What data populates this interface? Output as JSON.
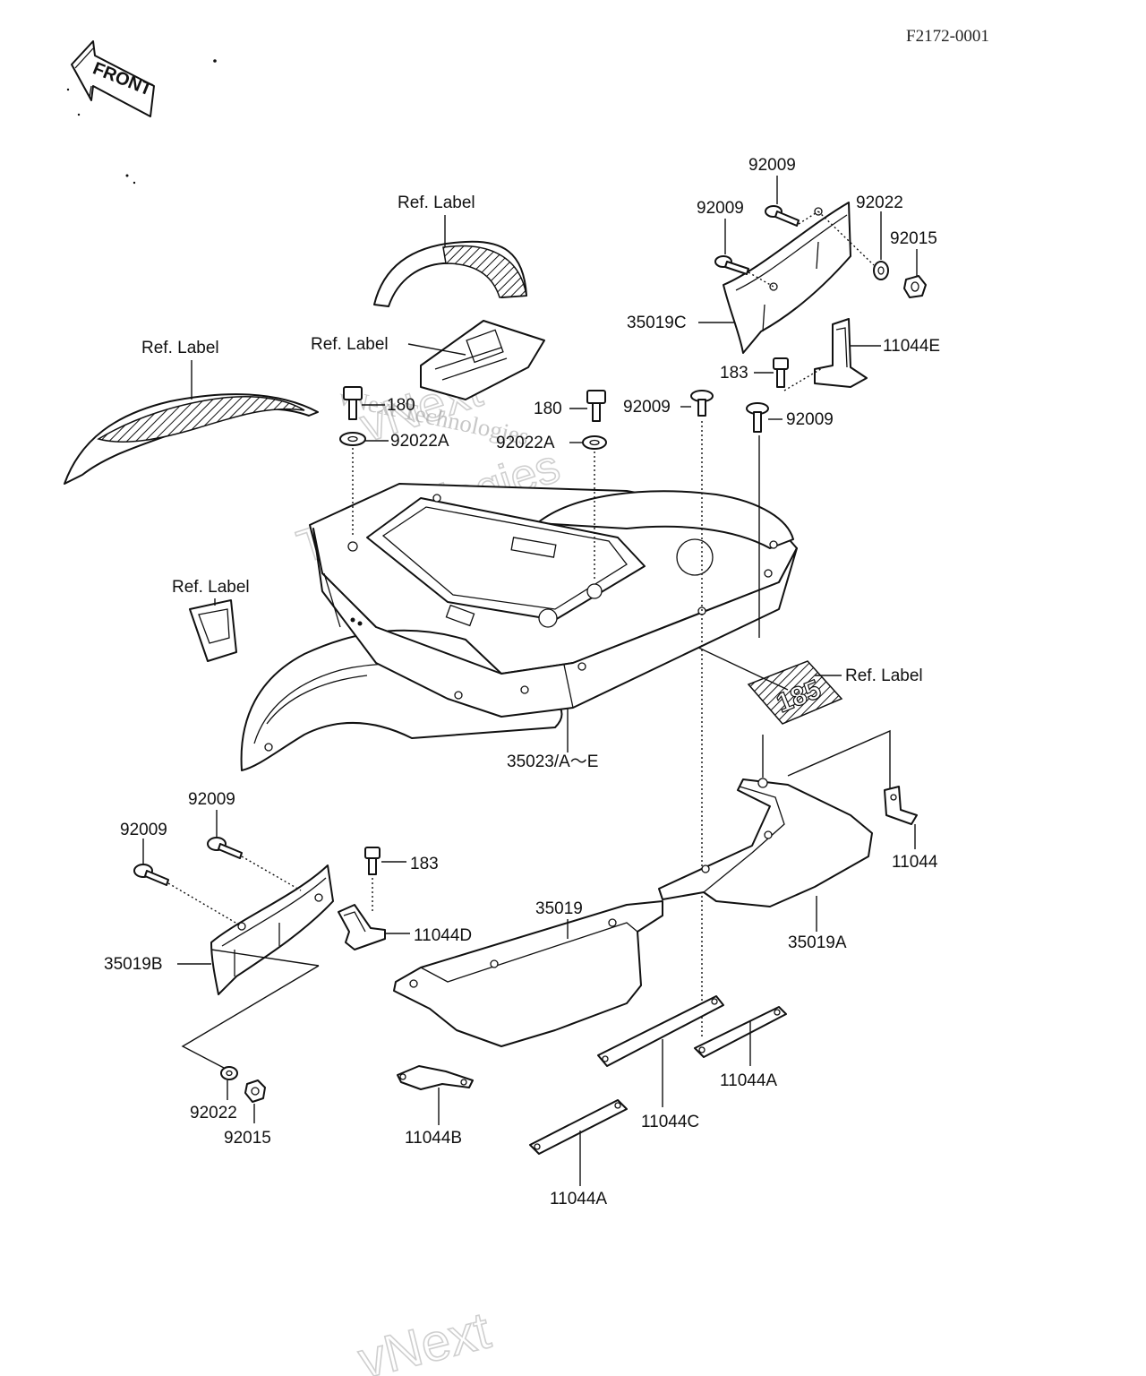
{
  "document_code": "F2172-0001",
  "front_arrow": "FRONT",
  "watermarks": {
    "outline_1": "vNext",
    "outline_2": "Technologies",
    "plain": "vNext Technologies",
    "bottom": "vNext"
  },
  "ref_label": "Ref. Label",
  "decal_number": "185",
  "part_labels": {
    "p92009_top": "92009",
    "p92009_upper_left": "92009",
    "p92022_top": "92022",
    "p92015_top": "92015",
    "p35019C": "35019C",
    "p11044E": "11044E",
    "p183_top": "183",
    "p180_left": "180",
    "p180_right": "180",
    "p92022A_left": "92022A",
    "p92022A_right": "92022A",
    "p92009_mid_left": "92009",
    "p92009_mid_right": "92009",
    "p35023": "35023/A～E",
    "p92009_low_a": "92009",
    "p92009_low_b": "92009",
    "p183_low": "183",
    "p11044D": "11044D",
    "p35019B": "35019B",
    "p35019": "35019",
    "p35019A": "35019A",
    "p11044": "11044",
    "p11044A_right": "11044A",
    "p11044C": "11044C",
    "p11044B": "11044B",
    "p11044A_bottom": "11044A",
    "p92022_bottom": "92022",
    "p92015_bottom": "92015"
  }
}
